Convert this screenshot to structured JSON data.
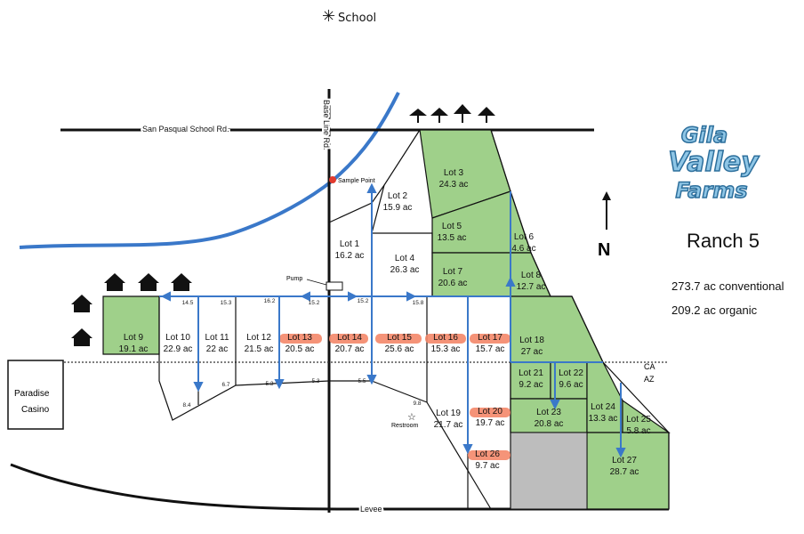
{
  "title": "Ranch 5",
  "brand": {
    "line1": "Gila",
    "line2": "Valley",
    "line3": "Farms"
  },
  "stats": {
    "conventional": "273.7 ac conventional",
    "organic": "209.2 ac organic"
  },
  "compass": {
    "label": "N"
  },
  "landmarks": {
    "school": "School",
    "sample_point": "Sample Point",
    "pump": "Pump",
    "restroom": "Restroom",
    "casino_line1": "Paradise",
    "casino_line2": "Casino"
  },
  "roads": {
    "north": "San Pasqual School Rd.",
    "baseline": "Base Line Rd.",
    "levee": "Levee"
  },
  "state_line": {
    "ca": "CA",
    "az": "AZ"
  },
  "lots": [
    {
      "id": "lot-1",
      "name": "Lot 1",
      "area": "16.2 ac",
      "type": "conventional"
    },
    {
      "id": "lot-2",
      "name": "Lot 2",
      "area": "15.9 ac",
      "type": "conventional"
    },
    {
      "id": "lot-3",
      "name": "Lot 3",
      "area": "24.3 ac",
      "type": "organic"
    },
    {
      "id": "lot-4",
      "name": "Lot 4",
      "area": "26.3 ac",
      "type": "conventional"
    },
    {
      "id": "lot-5",
      "name": "Lot 5",
      "area": "13.5 ac",
      "type": "organic"
    },
    {
      "id": "lot-6",
      "name": "Lot 6",
      "area": "4.6 ac",
      "type": "organic"
    },
    {
      "id": "lot-7",
      "name": "Lot 7",
      "area": "20.6 ac",
      "type": "organic"
    },
    {
      "id": "lot-8",
      "name": "Lot 8",
      "area": "12.7 ac",
      "type": "organic"
    },
    {
      "id": "lot-9",
      "name": "Lot 9",
      "area": "19.1 ac",
      "type": "organic"
    },
    {
      "id": "lot-10",
      "name": "Lot 10",
      "area": "22.9 ac",
      "type": "conventional"
    },
    {
      "id": "lot-11",
      "name": "Lot 11",
      "area": "22 ac",
      "type": "conventional"
    },
    {
      "id": "lot-12",
      "name": "Lot 12",
      "area": "21.5 ac",
      "type": "conventional"
    },
    {
      "id": "lot-13",
      "name": "Lot 13",
      "area": "20.5 ac",
      "type": "highlighted"
    },
    {
      "id": "lot-14",
      "name": "Lot 14",
      "area": "20.7 ac",
      "type": "highlighted"
    },
    {
      "id": "lot-15",
      "name": "Lot 15",
      "area": "25.6 ac",
      "type": "highlighted"
    },
    {
      "id": "lot-16",
      "name": "Lot 16",
      "area": "15.3 ac",
      "type": "highlighted"
    },
    {
      "id": "lot-17",
      "name": "Lot 17",
      "area": "15.7 ac",
      "type": "highlighted"
    },
    {
      "id": "lot-18",
      "name": "Lot 18",
      "area": "27 ac",
      "type": "organic"
    },
    {
      "id": "lot-19",
      "name": "Lot 19",
      "area": "21.7 ac",
      "type": "conventional"
    },
    {
      "id": "lot-20",
      "name": "Lot 20",
      "area": "19.7 ac",
      "type": "highlighted"
    },
    {
      "id": "lot-21",
      "name": "Lot 21",
      "area": "9.2 ac",
      "type": "organic"
    },
    {
      "id": "lot-22",
      "name": "Lot 22",
      "area": "9.6 ac",
      "type": "organic"
    },
    {
      "id": "lot-23",
      "name": "Lot 23",
      "area": "20.8 ac",
      "type": "organic"
    },
    {
      "id": "lot-24",
      "name": "Lot 24",
      "area": "13.3 ac",
      "type": "organic"
    },
    {
      "id": "lot-25",
      "name": "Lot 25",
      "area": "5.8 ac",
      "type": "organic"
    },
    {
      "id": "lot-26",
      "name": "Lot 26",
      "area": "9.7 ac",
      "type": "highlighted"
    },
    {
      "id": "lot-27",
      "name": "Lot 27",
      "area": "28.7 ac",
      "type": "organic"
    }
  ],
  "flow_values": [
    "14.5",
    "15.3",
    "16.2",
    "15.2",
    "15.2",
    "15.8",
    "8.4",
    "6.7",
    "5.3",
    "5.3",
    "5.5",
    "9.8"
  ],
  "colors": {
    "organic": "#9fd08a",
    "highlight": "#f4886a",
    "pipe": "#3a78c9",
    "river": "#3a78c9",
    "sample": "#e23b2e",
    "gray_area": "#bdbdbd",
    "logo_fill": "#8fc6e6",
    "logo_stroke": "#2d6f9c"
  }
}
